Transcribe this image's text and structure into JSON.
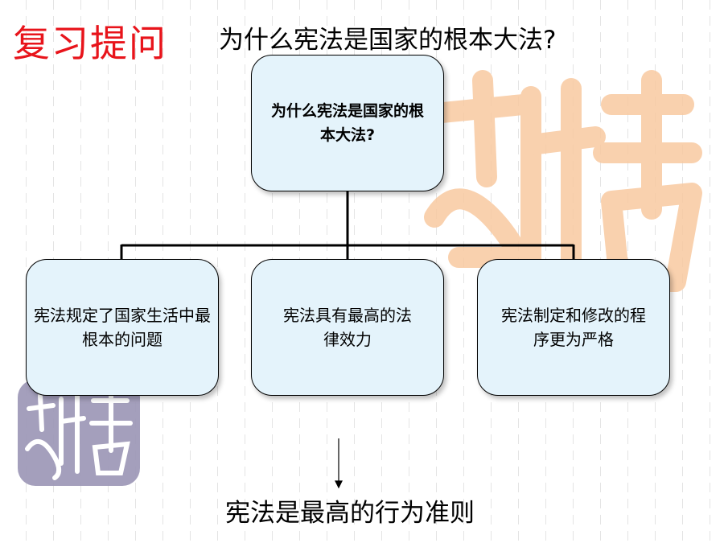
{
  "slide": {
    "heading": "复习提问",
    "question": "为什么宪法是国家的根本大法?",
    "conclusion": "宪法是最高的行为准则"
  },
  "diagram": {
    "root": "为什么宪法是国家的根本大法?",
    "children": [
      "宪法规定了国家生活中最根本的问题",
      "宪法具有最高的法律效力",
      "宪法制定和修改的程序更为严格"
    ]
  },
  "decorations": {
    "orange_seal_color": "#f9c9a0",
    "purple_seal_color": "#9a95b5"
  },
  "colors": {
    "heading": "#e8141b",
    "box_fill": "#e4f3fb"
  }
}
